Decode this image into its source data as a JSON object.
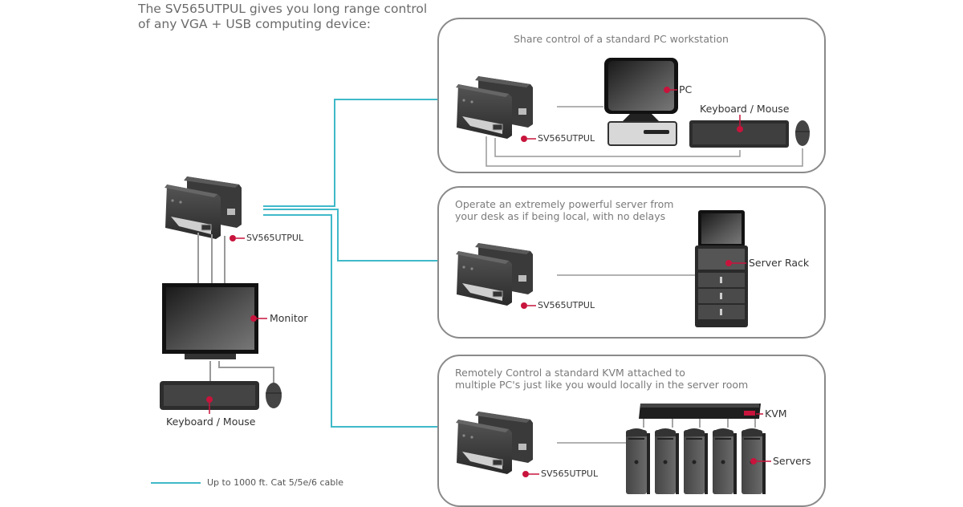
{
  "title": "The SV565UTPUL gives you long range control of any VGA + USB computing device:",
  "colors": {
    "cable": "#3fb9c9",
    "wire": "#9a9a9a",
    "marker": "#c8143c",
    "panel_border": "#8a8a8a"
  },
  "local": {
    "device_label": "SV565UTPUL",
    "monitor_label": "Monitor",
    "keyboard_mouse_label": "Keyboard / Mouse"
  },
  "legend": {
    "label": "Up to 1000 ft. Cat 5/5e/6 cable"
  },
  "panels": [
    {
      "caption": "Share control of a standard PC workstation",
      "device_label": "SV565UTPUL",
      "labels": [
        "PC",
        "Keyboard / Mouse"
      ]
    },
    {
      "caption": "Operate an extremely powerful server from your desk as if being local, with no delays",
      "caption_lines": [
        "Operate an extremely powerful server from",
        "your desk as if being local, with no delays"
      ],
      "device_label": "SV565UTPUL",
      "labels": [
        "Server Rack"
      ]
    },
    {
      "caption": "Remotely Control a standard KVM attached to multiple PC's just like you would locally in the server room",
      "caption_lines": [
        "Remotely Control a standard KVM attached to",
        "multiple PC's just like you would locally in the server room"
      ],
      "device_label": "SV565UTPUL",
      "labels": [
        "KVM",
        "Servers"
      ]
    }
  ]
}
